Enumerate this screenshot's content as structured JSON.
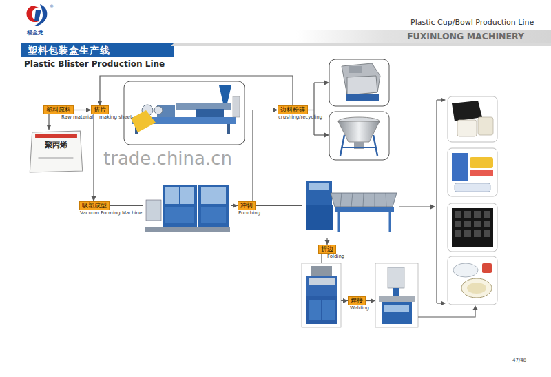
{
  "diagram": {
    "title": "塑料包装盒生产线",
    "nodes": [
      {
        "text": [
          "塑料原料",
          "Raw material"
        ]
      },
      {
        "text": [
          "挤片",
          "making sheet"
        ]
      },
      {
        "text": [
          "边料粉碎",
          "crushing/recycling"
        ]
      },
      {
        "text": [
          "聚丙烯"
        ]
      },
      {
        "text": [
          "吸塑成型",
          "Vacuum Forming Machine"
        ]
      },
      {
        "text": [
          "冲切",
          "Punching"
        ]
      },
      {
        "text": [
          "折边",
          "Folding"
        ]
      },
      {
        "text": [
          "焊接",
          "Welding"
        ]
      }
    ],
    "edges": [
      {
        "from": 0,
        "to": 1,
        "arrow": "to"
      },
      {
        "from": 0,
        "to": 3,
        "arrow": "to"
      },
      {
        "from": 1,
        "to": 2,
        "arrow": "to"
      },
      {
        "from": 2,
        "to": 1,
        "arrow": "to"
      },
      {
        "from": 1,
        "to": 4,
        "arrow": "to"
      },
      {
        "from": 4,
        "to": 5,
        "arrow": "to"
      },
      {
        "from": 5,
        "to": 2,
        "arrow": "to"
      },
      {
        "from": 5,
        "to": 6,
        "arrow": "to"
      },
      {
        "from": 6,
        "to": 7,
        "arrow": "to"
      }
    ],
    "labels": [
      "®",
      "福金龙",
      "Plastic Cup/Bowl Production Line",
      "FUXINLONG MACHINERY",
      "Plastic Blister Production Line",
      "trade.china.cn",
      "47/48"
    ]
  }
}
